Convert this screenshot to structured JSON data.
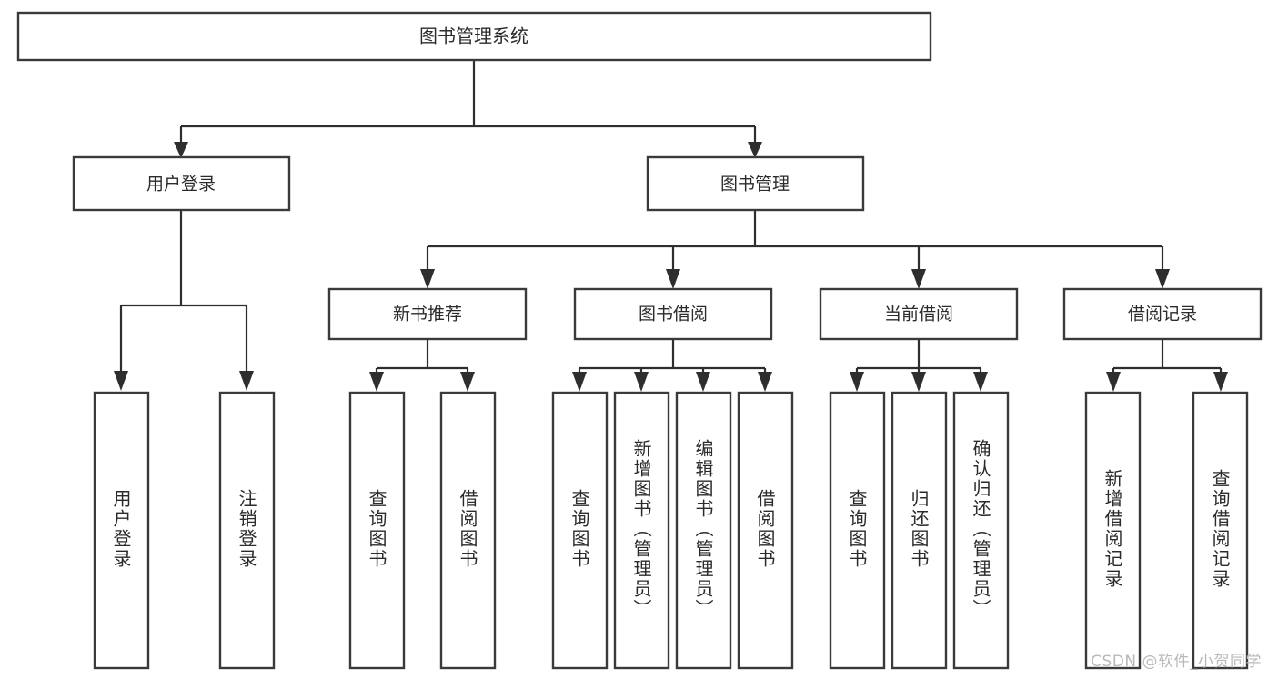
{
  "diagram": {
    "title": "图书管理系统",
    "type": "tree-hierarchy-diagram",
    "colors": {
      "box_border": "#3a3a3a",
      "box_fill": "#ffffff",
      "edge": "#2e2e2e",
      "text": "#2b2b2b",
      "watermark": "#b9b9b9",
      "canvas": "#ffffff"
    },
    "nodes": {
      "root": {
        "label": "图书管理系统"
      },
      "level2": [
        {
          "id": "user-login",
          "label": "用户登录"
        },
        {
          "id": "book-manage",
          "label": "图书管理"
        }
      ],
      "level3": [
        {
          "id": "new-book-recommend",
          "label": "新书推荐",
          "parent": "book-manage"
        },
        {
          "id": "book-borrow",
          "label": "图书借阅",
          "parent": "book-manage"
        },
        {
          "id": "current-borrow",
          "label": "当前借阅",
          "parent": "book-manage"
        },
        {
          "id": "borrow-record",
          "label": "借阅记录",
          "parent": "book-manage"
        }
      ],
      "leaves": {
        "user-login": [
          {
            "id": "leaf-user-login",
            "label": "用户登录"
          },
          {
            "id": "leaf-logout",
            "label": "注销登录"
          }
        ],
        "new-book-recommend": [
          {
            "id": "leaf-query-book-1",
            "label": "查询图书"
          },
          {
            "id": "leaf-borrow-book-1",
            "label": "借阅图书"
          }
        ],
        "book-borrow": [
          {
            "id": "leaf-query-book-2",
            "label": "查询图书"
          },
          {
            "id": "leaf-add-book",
            "label": "新增图书（管理员）"
          },
          {
            "id": "leaf-edit-book",
            "label": "编辑图书（管理员）"
          },
          {
            "id": "leaf-borrow-book-2",
            "label": "借阅图书"
          }
        ],
        "current-borrow": [
          {
            "id": "leaf-query-book-3",
            "label": "查询图书"
          },
          {
            "id": "leaf-return-book",
            "label": "归还图书"
          },
          {
            "id": "leaf-confirm-return",
            "label": "确认归还（管理员）"
          }
        ],
        "borrow-record": [
          {
            "id": "leaf-add-record",
            "label": "新增借阅记录"
          },
          {
            "id": "leaf-query-record",
            "label": "查询借阅记录"
          }
        ]
      }
    },
    "watermark": "CSDN @软件_小贺同学"
  }
}
